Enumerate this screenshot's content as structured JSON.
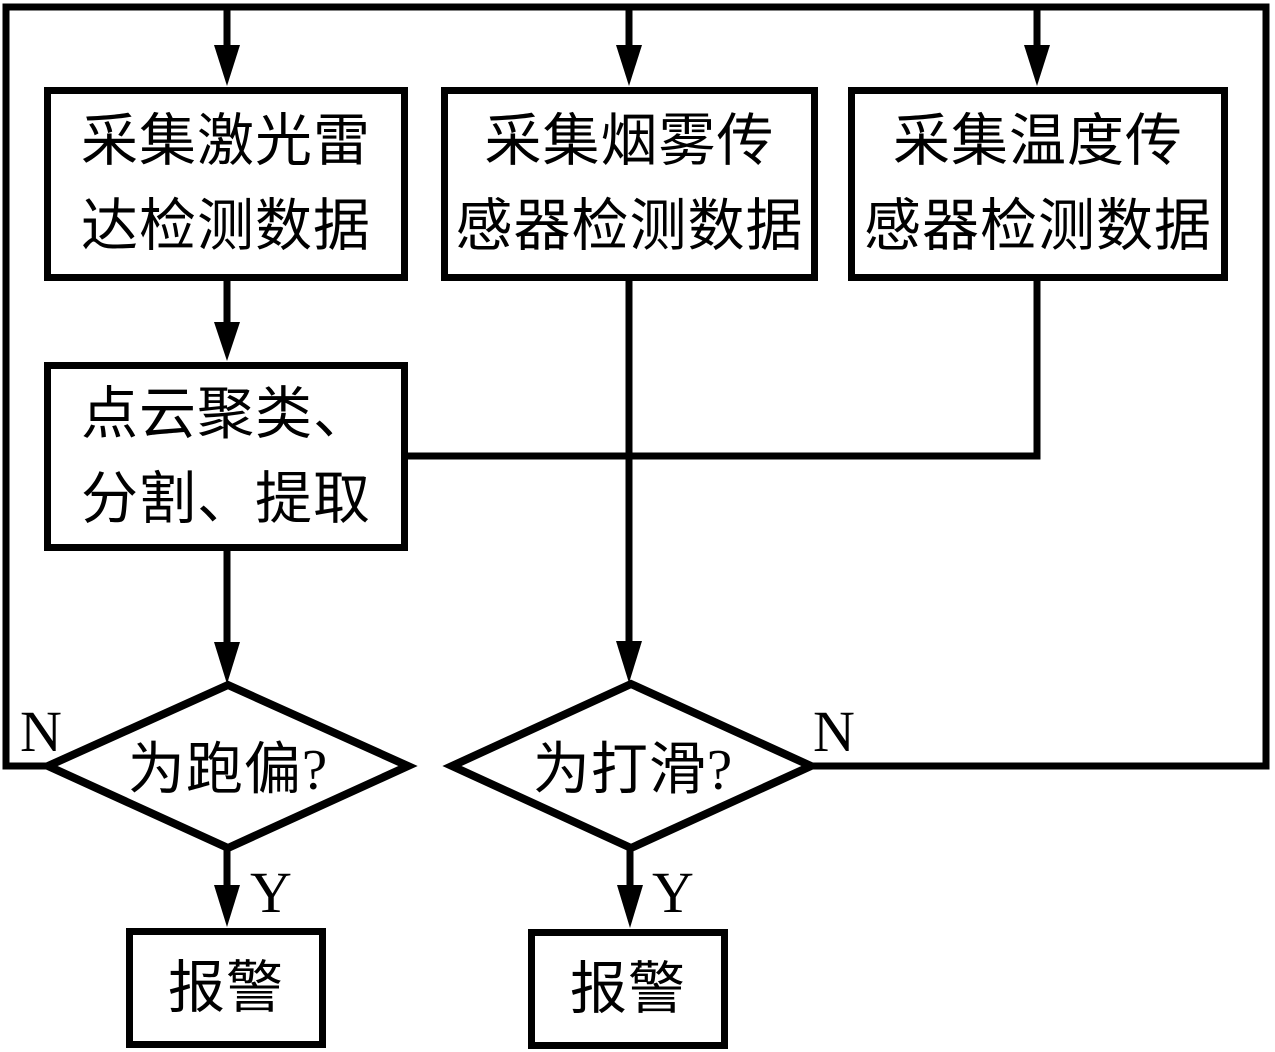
{
  "canvas": {
    "background": "#ffffff",
    "line_color": "#000000"
  },
  "flowchart": {
    "process_boxes": {
      "lidar": {
        "label": "采集激光雷达检测数据",
        "lines": [
          "采集激光雷",
          "达检测数据"
        ]
      },
      "smoke": {
        "label": "采集烟雾传感器检测数据",
        "lines": [
          "采集烟雾传",
          "感器检测数据"
        ]
      },
      "temperature": {
        "label": "采集温度传感器检测数据",
        "lines": [
          "采集温度传",
          "感器检测数据"
        ]
      },
      "pointcloud": {
        "label": "点云聚类、分割、提取",
        "lines": [
          "点云聚类、",
          "分割、提取"
        ]
      },
      "alarm_left": {
        "label": "报警"
      },
      "alarm_right": {
        "label": "报警"
      }
    },
    "decisions": {
      "deviation": {
        "label": "为跑偏?"
      },
      "slip": {
        "label": "为打滑?"
      }
    },
    "branch_labels": {
      "deviation_no": "N",
      "deviation_yes": "Y",
      "slip_no": "N",
      "slip_yes": "Y"
    }
  }
}
